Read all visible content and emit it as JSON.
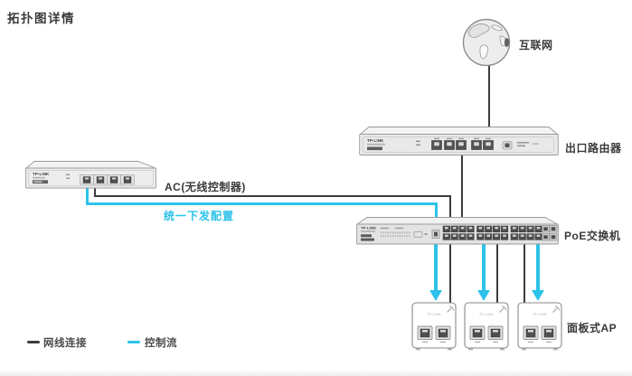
{
  "title": "拓扑图详情",
  "nodes": {
    "internet": {
      "label": "互联网"
    },
    "router": {
      "label": "出口路由器",
      "brand": "TP-LINK"
    },
    "ac": {
      "label": "AC(无线控制器)",
      "brand": "TP-LINK"
    },
    "poe_switch": {
      "label": "PoE交换机",
      "brand": "TP-LINK"
    },
    "panel_ap": {
      "label": "面板式AP",
      "brand": "TP-LINK"
    }
  },
  "annotations": {
    "config_push": "统一下发配置"
  },
  "legend": {
    "cable": {
      "label": "网线连接",
      "color": "#3c3c3c"
    },
    "control": {
      "label": "控制流",
      "color": "#2cc2e9"
    }
  }
}
